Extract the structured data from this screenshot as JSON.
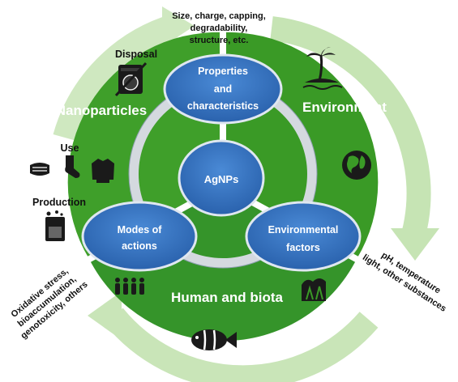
{
  "center": {
    "label": "AgNPs"
  },
  "nodes": {
    "properties": {
      "line1": "Properties",
      "line2": "and",
      "line3": "characteristics"
    },
    "modes": {
      "line1": "Modes of",
      "line2": "actions"
    },
    "env_factors": {
      "line1": "Environmental",
      "line2": "factors"
    }
  },
  "sectors": {
    "nanoparticles": "Nanoparticles",
    "environment": "Environment",
    "human_biota": "Human and biota"
  },
  "lifecycle": {
    "disposal": "Disposal",
    "use": "Use",
    "production": "Production"
  },
  "notes": {
    "properties": [
      "Size, charge, capping,",
      "degradability,",
      "structure, etc."
    ],
    "modes": [
      "Oxidative stress,",
      "bioaccumulation,",
      "genotoxicity, others"
    ],
    "env_factors": [
      "pH, temperature",
      "light, other substances"
    ]
  },
  "icons": {
    "disposal": "washing-machine-crossed-icon",
    "mask": "face-mask-icon",
    "sock": "sock-icon",
    "shirt": "long-sleeve-shirt-icon",
    "production": "lab-beaker-icon",
    "island": "palm-island-icon",
    "globe": "globe-icon",
    "people": "people-group-icon",
    "plants": "plants-landscape-icon",
    "fish": "clownfish-icon"
  },
  "colors": {
    "green_dark": "#3a9a26",
    "green_light": "#a8d590",
    "node_blue": "#2f6fbd",
    "node_stroke": "#1f4f8f",
    "ring_gray": "#d9dde3",
    "arrow_light": "#cce6bd"
  }
}
